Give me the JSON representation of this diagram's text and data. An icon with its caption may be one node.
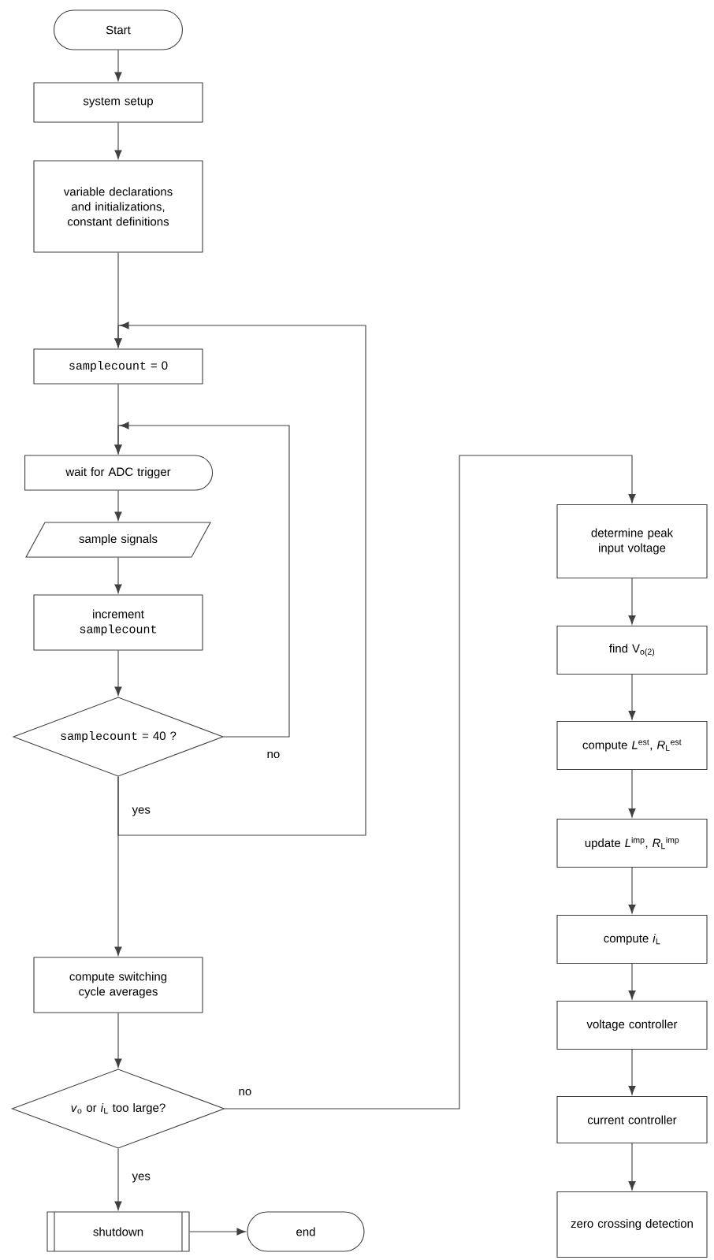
{
  "diagram": {
    "nodes": [
      {
        "text": [
          "Start"
        ]
      },
      {
        "text": [
          "system setup"
        ]
      },
      {
        "text": [
          "variable declarations and initializations, constant definitions"
        ]
      },
      {
        "text": [
          "samplecount",
          "= 0"
        ]
      },
      {
        "text": [
          "wait for ADC trigger"
        ]
      },
      {
        "text": [
          "sample signals"
        ]
      },
      {
        "text": [
          "increment",
          "samplecount"
        ]
      },
      {
        "text": [
          "samplecount",
          "= 40 ?"
        ]
      },
      {
        "text": [
          "compute switching cycle averages"
        ]
      },
      {
        "text": [
          "*v*$_{o}$ or *i*$_{L}$ too large?"
        ]
      },
      {
        "text": [
          "shutdown"
        ]
      },
      {
        "text": [
          "end"
        ]
      },
      {
        "text": [
          "determine peak input voltage"
        ]
      },
      {
        "text": [
          "find V$_{o(2)}$"
        ]
      },
      {
        "text": [
          "compute *L*$^{est}$, *R*$_{L}$$^{est}$"
        ]
      },
      {
        "text": [
          "update *L*$^{imp}$, *R*$_{L}$$^{imp}$"
        ]
      },
      {
        "text": [
          "compute *i*$_{L}$"
        ]
      },
      {
        "text": [
          "voltage controller"
        ]
      },
      {
        "text": [
          "current controller"
        ]
      },
      {
        "text": [
          "zero crossing detection"
        ]
      }
    ],
    "edges": [
      {
        "from": 0,
        "to": 1,
        "arrow": "to"
      },
      {
        "from": 1,
        "to": 2,
        "arrow": "to"
      },
      {
        "from": 2,
        "to": 3,
        "arrow": "to"
      },
      {
        "from": 3,
        "to": 4,
        "arrow": "to"
      },
      {
        "from": 4,
        "to": 5,
        "arrow": "to"
      },
      {
        "from": 5,
        "to": 6,
        "arrow": "to"
      },
      {
        "from": 6,
        "to": 7,
        "arrow": "to"
      },
      {
        "from": 7,
        "to": 4,
        "label": "no",
        "arrow": "to"
      },
      {
        "from": 7,
        "to": 8,
        "label": "yes",
        "arrow": "to"
      },
      {
        "from": 7,
        "to": 3,
        "arrow": "to"
      },
      {
        "from": 8,
        "to": 9,
        "arrow": "to"
      },
      {
        "from": 9,
        "to": 12,
        "label": "no",
        "arrow": "to"
      },
      {
        "from": 9,
        "to": 10,
        "label": "yes",
        "arrow": "to"
      },
      {
        "from": 10,
        "to": 11,
        "arrow": "to"
      },
      {
        "from": 12,
        "to": 13,
        "arrow": "to"
      },
      {
        "from": 13,
        "to": 14,
        "arrow": "to"
      },
      {
        "from": 14,
        "to": 15,
        "arrow": "to"
      },
      {
        "from": 15,
        "to": 16,
        "arrow": "to"
      },
      {
        "from": 16,
        "to": 17,
        "arrow": "to"
      },
      {
        "from": 17,
        "to": 18,
        "arrow": "to"
      },
      {
        "from": 18,
        "to": 19,
        "arrow": "to"
      }
    ]
  }
}
